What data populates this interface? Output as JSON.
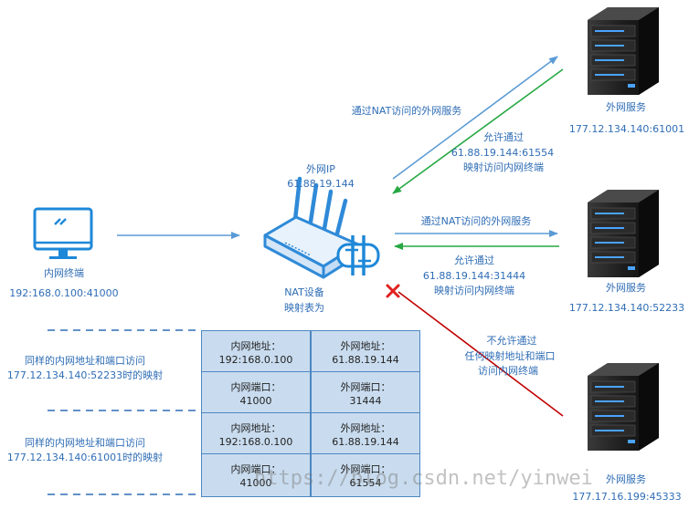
{
  "terminal": {
    "label": "内网终端",
    "address": "192:168.0.100:41000"
  },
  "nat": {
    "ip_title": "外网IP",
    "ip": "61.88.19.144",
    "caption_1": "NAT设备",
    "caption_2": "映射表为"
  },
  "servers": [
    {
      "label": "外网服务",
      "address": "177.12.134.140:61001"
    },
    {
      "label": "外网服务",
      "address": "177.12.134.140:52233"
    },
    {
      "label": "外网服务",
      "address": "177.17.16.199:45333"
    }
  ],
  "arrows": {
    "top_out": "通过NAT访问的外网服务",
    "top_in": [
      "允许通过",
      "61.88.19.144:61554",
      "映射访问内网终端"
    ],
    "mid_out": "通过NAT访问的外网服务",
    "mid_in": [
      "允许通过",
      "61.88.19.144:31444",
      "映射访问内网终端"
    ],
    "bottom_in": [
      "不允许通过",
      "任何映射地址和端口",
      "访问内网终端"
    ]
  },
  "mapping_groups": [
    {
      "desc": [
        "同样的内网地址和端口访问",
        "177.12.134.140:52233时的映射"
      ]
    },
    {
      "desc": [
        "同样的内网地址和端口访问",
        "177.12.134.140:61001时的映射"
      ]
    }
  ],
  "table": [
    [
      "内网地址：\n192:168.0.100",
      "外网地址：\n61.88.19.144"
    ],
    [
      "内网端口：\n41000",
      "外网端口：\n31444"
    ],
    [
      "内网地址：\n192:168.0.100",
      "外网地址：\n61.88.19.144"
    ],
    [
      "内网端口：\n41000",
      "外网端口：\n61554"
    ]
  ],
  "watermark": "https://blog.csdn.net/yinwei",
  "colors": {
    "blue": "#5b9bd5",
    "green": "#27a844",
    "red": "#c00000",
    "cell_fill": "#c9dcef",
    "cell_border": "#4d87c1"
  }
}
